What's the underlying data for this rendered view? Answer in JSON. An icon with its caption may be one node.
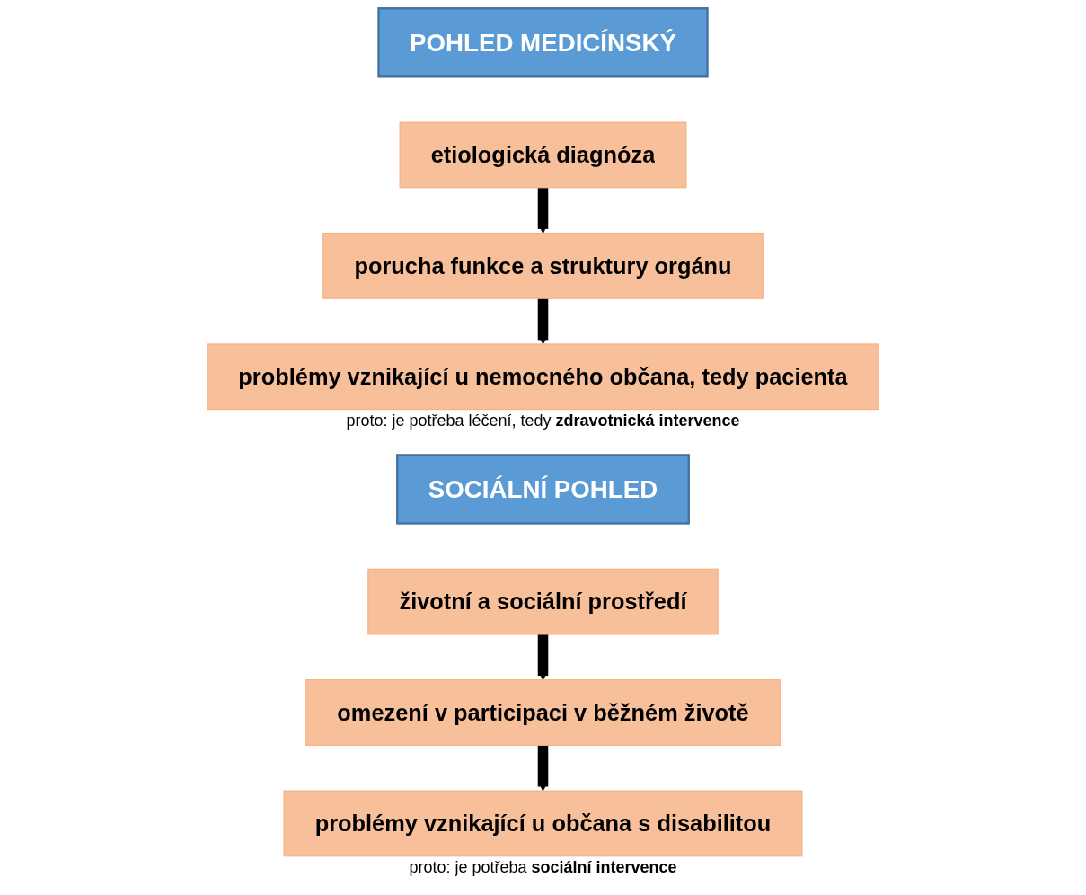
{
  "diagram": {
    "nodes": [
      {
        "text": [
          "POHLED MEDICÍNSKÝ"
        ]
      },
      {
        "text": [
          "etiologická diagnóza"
        ]
      },
      {
        "text": [
          "porucha funkce a struktury orgánu"
        ]
      },
      {
        "text": [
          "problémy vznikající u nemocného občana, tedy pacienta"
        ]
      },
      {
        "text": [
          "SOCIÁLNÍ POHLED"
        ]
      },
      {
        "text": [
          "životní a sociální prostředí"
        ]
      },
      {
        "text": [
          "omezení v participaci v běžném životě"
        ]
      },
      {
        "text": [
          "problémy vznikající u občana s disabilitou"
        ]
      }
    ],
    "edges": [
      {
        "from": 1,
        "to": 2,
        "arrow": "to"
      },
      {
        "from": 2,
        "to": 3,
        "arrow": "to"
      },
      {
        "from": 5,
        "to": 6,
        "arrow": "to"
      },
      {
        "from": 6,
        "to": 7,
        "arrow": "to"
      }
    ],
    "labels": [
      "proto: je potřeba léčení, tedy **zdravotnická intervence**",
      "proto: je potřeba **sociální intervence**"
    ]
  }
}
